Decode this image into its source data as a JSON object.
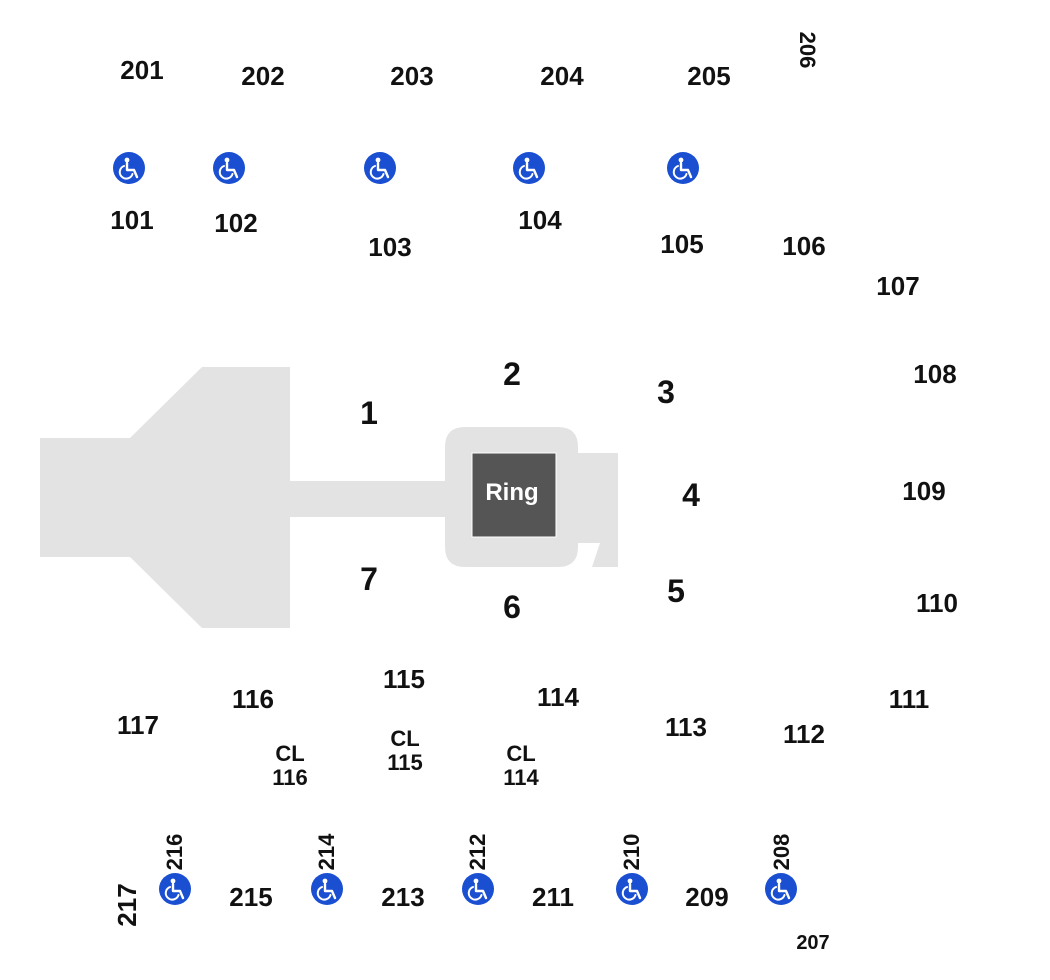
{
  "upper_sections": [
    "201",
    "202",
    "203",
    "204",
    "205",
    "206",
    "207",
    "208",
    "209",
    "210",
    "211",
    "212",
    "213",
    "214",
    "215",
    "216",
    "217"
  ],
  "lower_sections": [
    "101",
    "102",
    "103",
    "104",
    "105",
    "106",
    "107",
    "108",
    "109",
    "110",
    "111",
    "112",
    "113",
    "114",
    "115",
    "116",
    "117"
  ],
  "floor_sections": [
    "1",
    "2",
    "3",
    "4",
    "5",
    "6",
    "7"
  ],
  "club_sections": [
    {
      "line1": "CL",
      "line2": "116"
    },
    {
      "line1": "CL",
      "line2": "115"
    },
    {
      "line1": "CL",
      "line2": "114"
    }
  ],
  "ring": {
    "label": "Ring"
  },
  "colors": {
    "floor": "#e3e3e3",
    "ring": "#555555",
    "accessible": "#1a4fd1",
    "text": "#111111"
  },
  "icons": {
    "accessible": "wheelchair-icon"
  }
}
